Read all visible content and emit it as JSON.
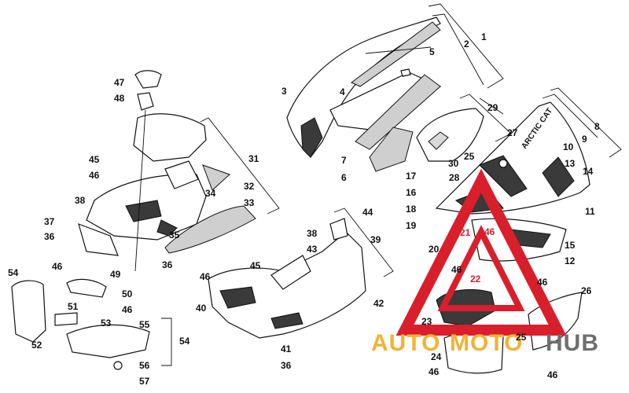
{
  "callouts": {
    "c1": "1",
    "c2": "2",
    "c3": "3",
    "c4": "4",
    "c5": "5",
    "c6": "6",
    "c7": "7",
    "c8": "8",
    "c9": "9",
    "c10": "10",
    "c11": "11",
    "c12": "12",
    "c13": "13",
    "c14": "14",
    "c15": "15",
    "c16": "16",
    "c17": "17",
    "c18": "18",
    "c19": "19",
    "c20": "20",
    "c21": "21",
    "c22": "22",
    "c23": "23",
    "c24": "24",
    "c25": "25",
    "c26": "26",
    "c27": "27",
    "c28": "28",
    "c29": "29",
    "c30": "30",
    "c31": "31",
    "c32": "32",
    "c33": "33",
    "c34": "34",
    "c35": "35",
    "c36": "36",
    "c37": "37",
    "c38": "38",
    "c39": "39",
    "c40": "40",
    "c41": "41",
    "c42": "42",
    "c43": "43",
    "c44": "44",
    "c45": "45",
    "c46": "46",
    "c47": "47",
    "c48": "48",
    "c49": "49",
    "c50": "50",
    "c51": "51",
    "c52": "52",
    "c53": "53",
    "c54": "54",
    "c55": "55",
    "c56": "56",
    "c57": "57"
  },
  "decal": {
    "brand": "ARCTIC CAT"
  },
  "watermark": {
    "part1": "AUTO",
    "part2": "MOTO",
    "part3": "HUB"
  },
  "colors": {
    "watermark_red": "#d91f2b",
    "watermark_orange": "#f2b233",
    "watermark_grey": "#6e6e6e",
    "line": "#111111"
  }
}
